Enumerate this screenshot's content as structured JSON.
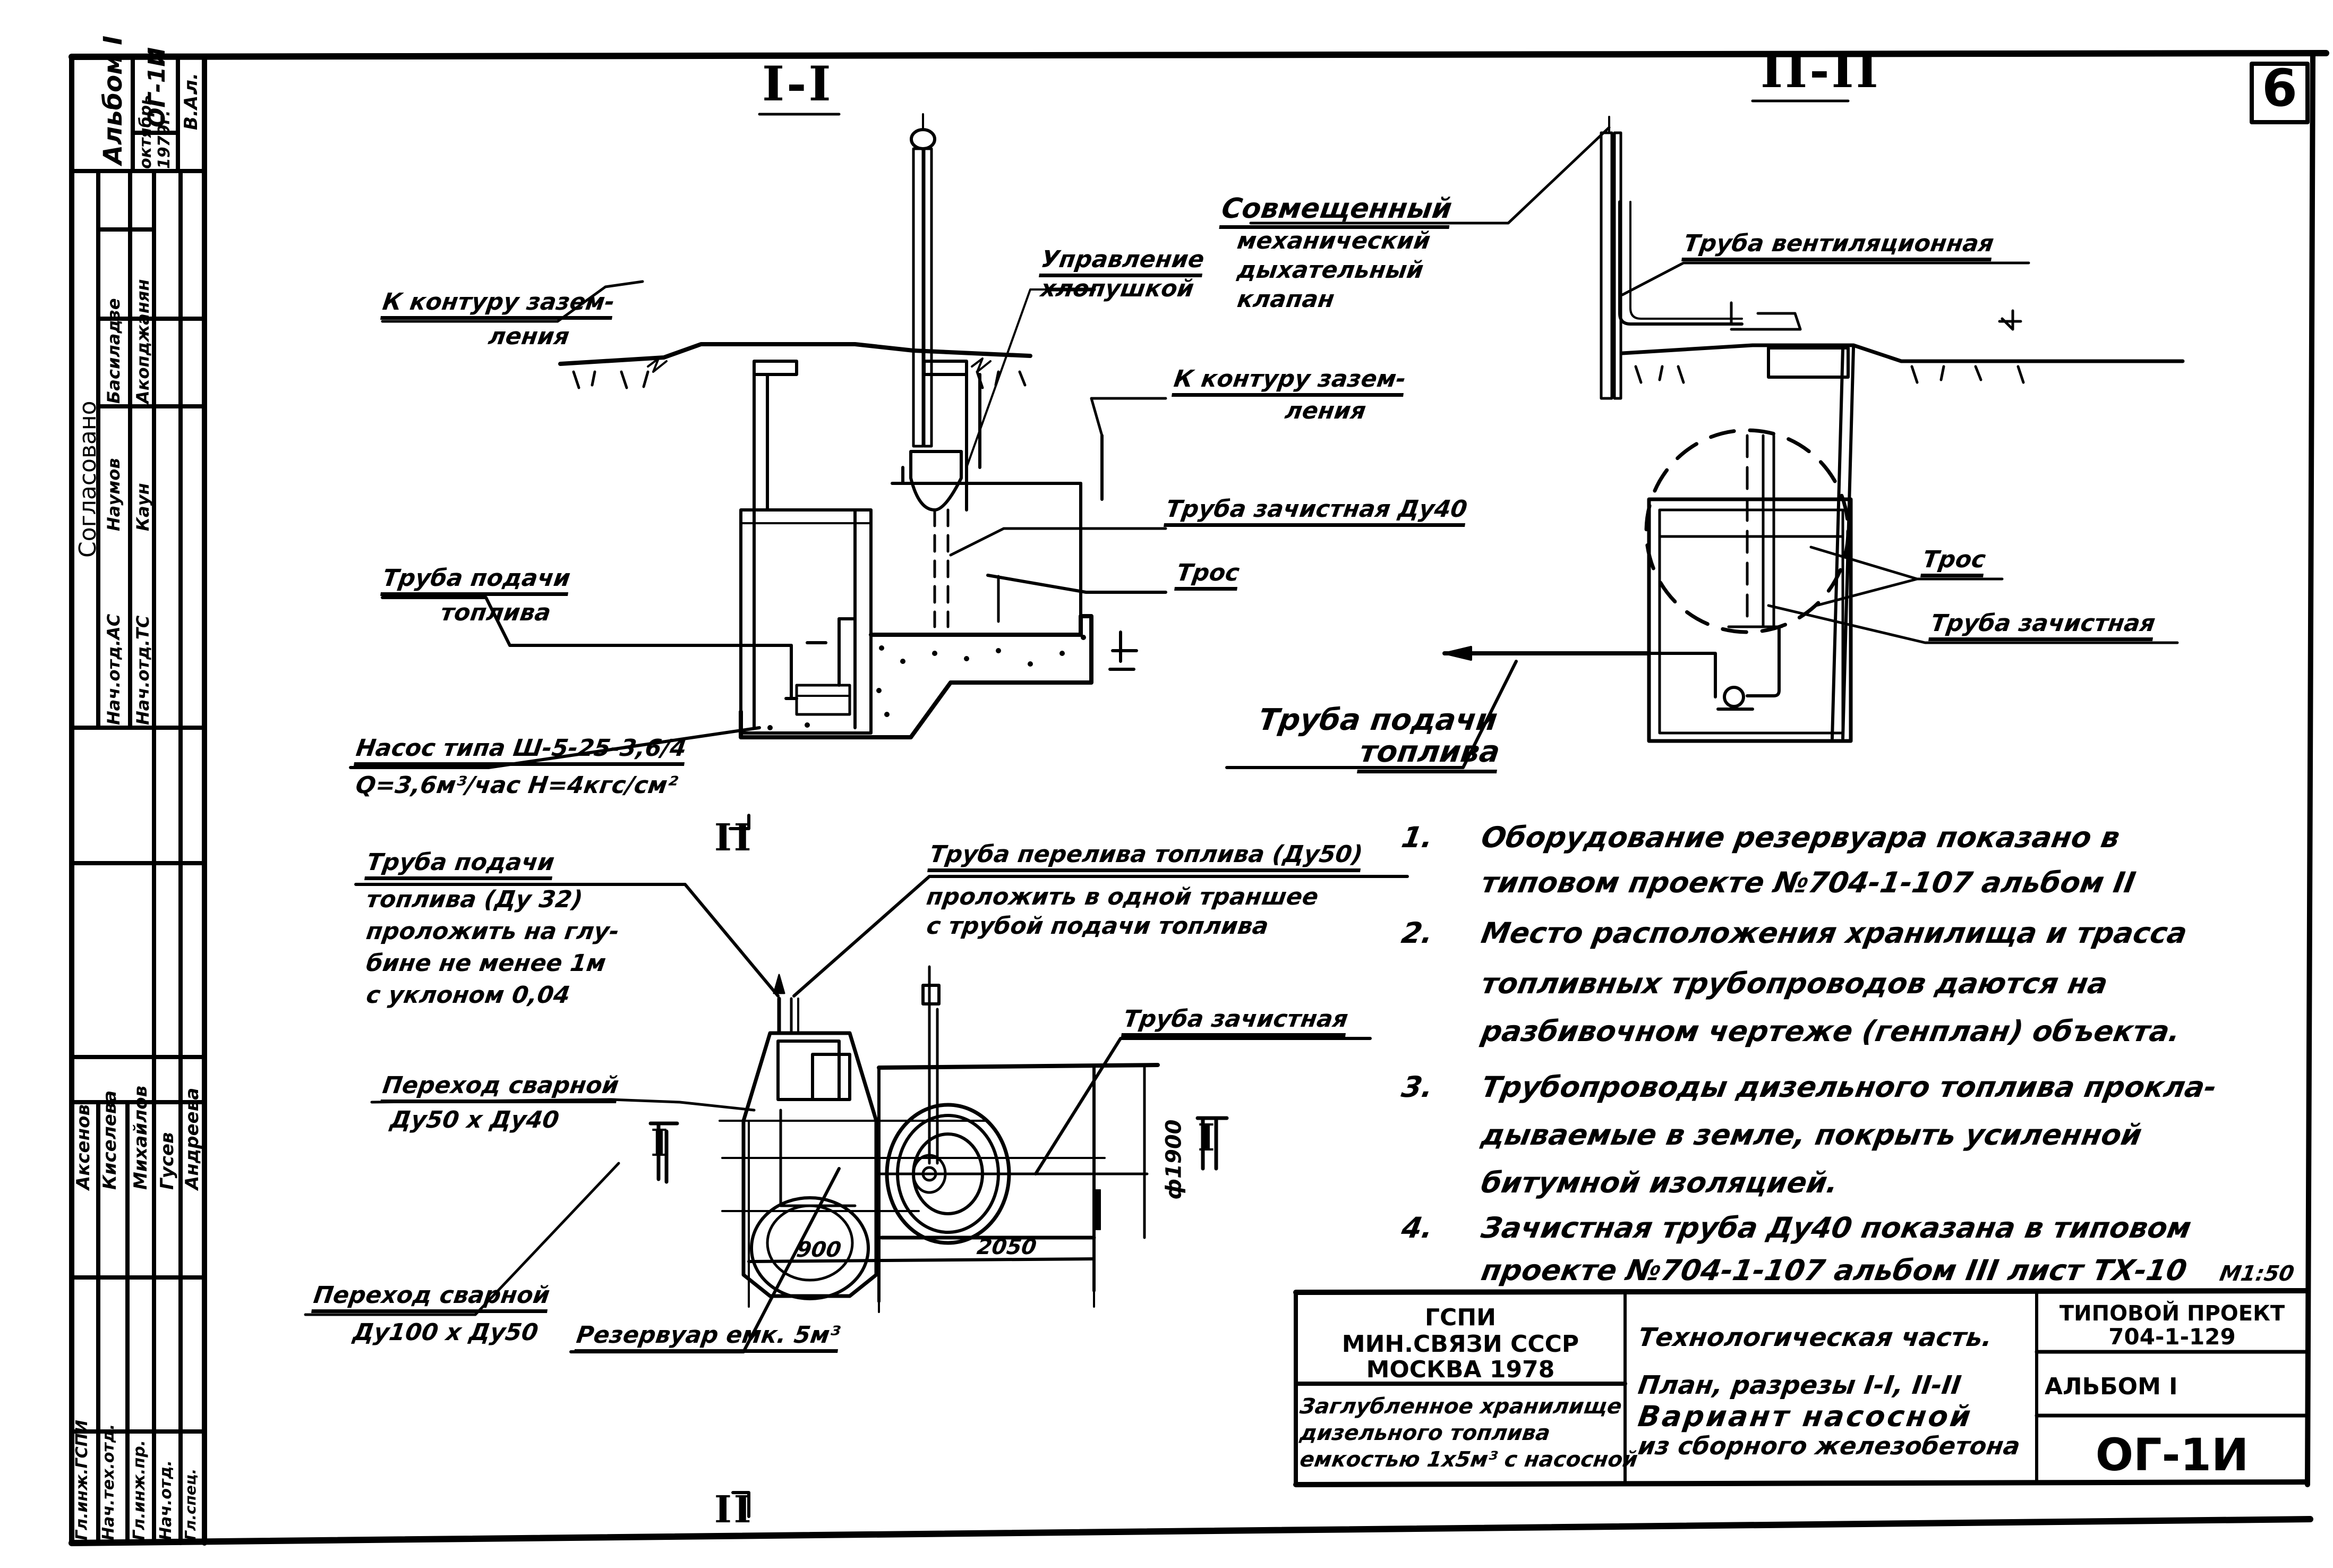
{
  "sheet_mark": "6",
  "sections": {
    "s1_title": "I-I",
    "s2_title": "II-II",
    "cut_marks": {
      "plan_top": "II",
      "plan_bottom": "II",
      "plan_left": "I",
      "plan_right": "I"
    }
  },
  "section_1_labels": {
    "valve_control": [
      "Управление",
      "хлопушкой"
    ],
    "ground_contour_right": [
      "К контуру зазем-",
      "ления"
    ],
    "ground_contour_left": [
      "К контуру зазем-",
      "ления"
    ],
    "strip_pipe": "Труба зачистная Ду40",
    "cable": "Трос",
    "fuel_supply_pipe": [
      "Труба подачи",
      "топлива"
    ],
    "pump": [
      "Насос типа Ш-5-25-3,6/4",
      "Q=3,6м³/час H=4кгс/см²"
    ]
  },
  "section_2_labels": {
    "breather_valve": [
      "Совмещенный",
      "механический",
      "дыхательный",
      "клапан"
    ],
    "vent_pipe": "Труба вентиляционная",
    "cable": "Трос",
    "strip_pipe": "Труба зачистная",
    "fuel_supply_pipe": [
      "Труба подачи",
      "топлива"
    ]
  },
  "plan_labels": {
    "fuel_supply_pipe": [
      "Труба подачи",
      "топлива (Ду 32)",
      "проложить на глу-",
      "бине не менее 1м",
      "с уклоном 0,04"
    ],
    "overflow_pipe": [
      "Труба перелива топлива (Ду50)",
      "проложить в одной траншее",
      "с трубой подачи топлива"
    ],
    "strip_pipe": "Труба зачистная",
    "reducer_1": [
      "Переход сварной",
      "Ду50 х Ду40"
    ],
    "reducer_2": [
      "Переход сварной",
      "Ду100 х Ду50"
    ],
    "tank": "Резервуар емк. 5м³",
    "dim_diameter": "ф1900",
    "dim_width_1": "900",
    "dim_width_2": "2050"
  },
  "notes": [
    {
      "num": "1.",
      "lines": [
        "Оборудование резервуара показано в",
        "типовом проекте №704-1-107 альбом II"
      ]
    },
    {
      "num": "2.",
      "lines": [
        "Место расположения хранилища и трасса",
        "топливных трубопроводов даются на",
        "разбивочном чертеже (генплан) объекта."
      ]
    },
    {
      "num": "3.",
      "lines": [
        "Трубопроводы дизельного топлива прокла-",
        "дываемые в земле, покрыть усиленной",
        "битумной изоляцией."
      ]
    },
    {
      "num": "4.",
      "lines": [
        "Зачистная труба Ду40 показана в типовом",
        "проекте №704-1-107 альбом III лист ТХ-10"
      ]
    }
  ],
  "scale": "М1:50",
  "title_block": {
    "org": [
      "ГСПИ",
      "МИН.СВЯЗИ СССР",
      "МОСКВА 1978"
    ],
    "object": [
      "Заглубленное хранилище",
      "дизельного топлива",
      "емкостью 1х5м³ с насосной"
    ],
    "sheet_title": [
      "Технологическая часть.",
      "План, разрезы I-I, II-II",
      "Вариант насосной",
      "из сборного железобетона"
    ],
    "project_label": "ТИПОВОЙ ПРОЕКТ",
    "project_number": "704-1-129",
    "album": "АЛЬБОМ I",
    "sheet_code": "ОГ-1И"
  },
  "side_stamp_top": {
    "album": "Альбом I",
    "code": "ОГ-1И",
    "date": [
      "октябрь",
      "1979г."
    ],
    "initials": "В.А.",
    "sheet": "л."
  },
  "side_stamp_agreed": {
    "title": "Согласовано",
    "rows": [
      {
        "role": "Нач.отд.АС",
        "sign": "Наумов",
        "name": "Басиладзе"
      },
      {
        "role": "Нач.отд.ТС",
        "sign": "Каун",
        "name": "Акопджанян"
      }
    ]
  },
  "side_stamp_signatures": {
    "rows": [
      {
        "role": "Гл.инж.ГСПИ",
        "name": "Аксенов"
      },
      {
        "role": "Нач.тех.отд.",
        "name": "Киселева"
      },
      {
        "role": "Гл.инж.пр.",
        "name": "Михайлов"
      },
      {
        "role": "Нач.отд.",
        "name": "Гусев"
      },
      {
        "role": "Гл.спец.",
        "name": "Андреева"
      }
    ]
  }
}
